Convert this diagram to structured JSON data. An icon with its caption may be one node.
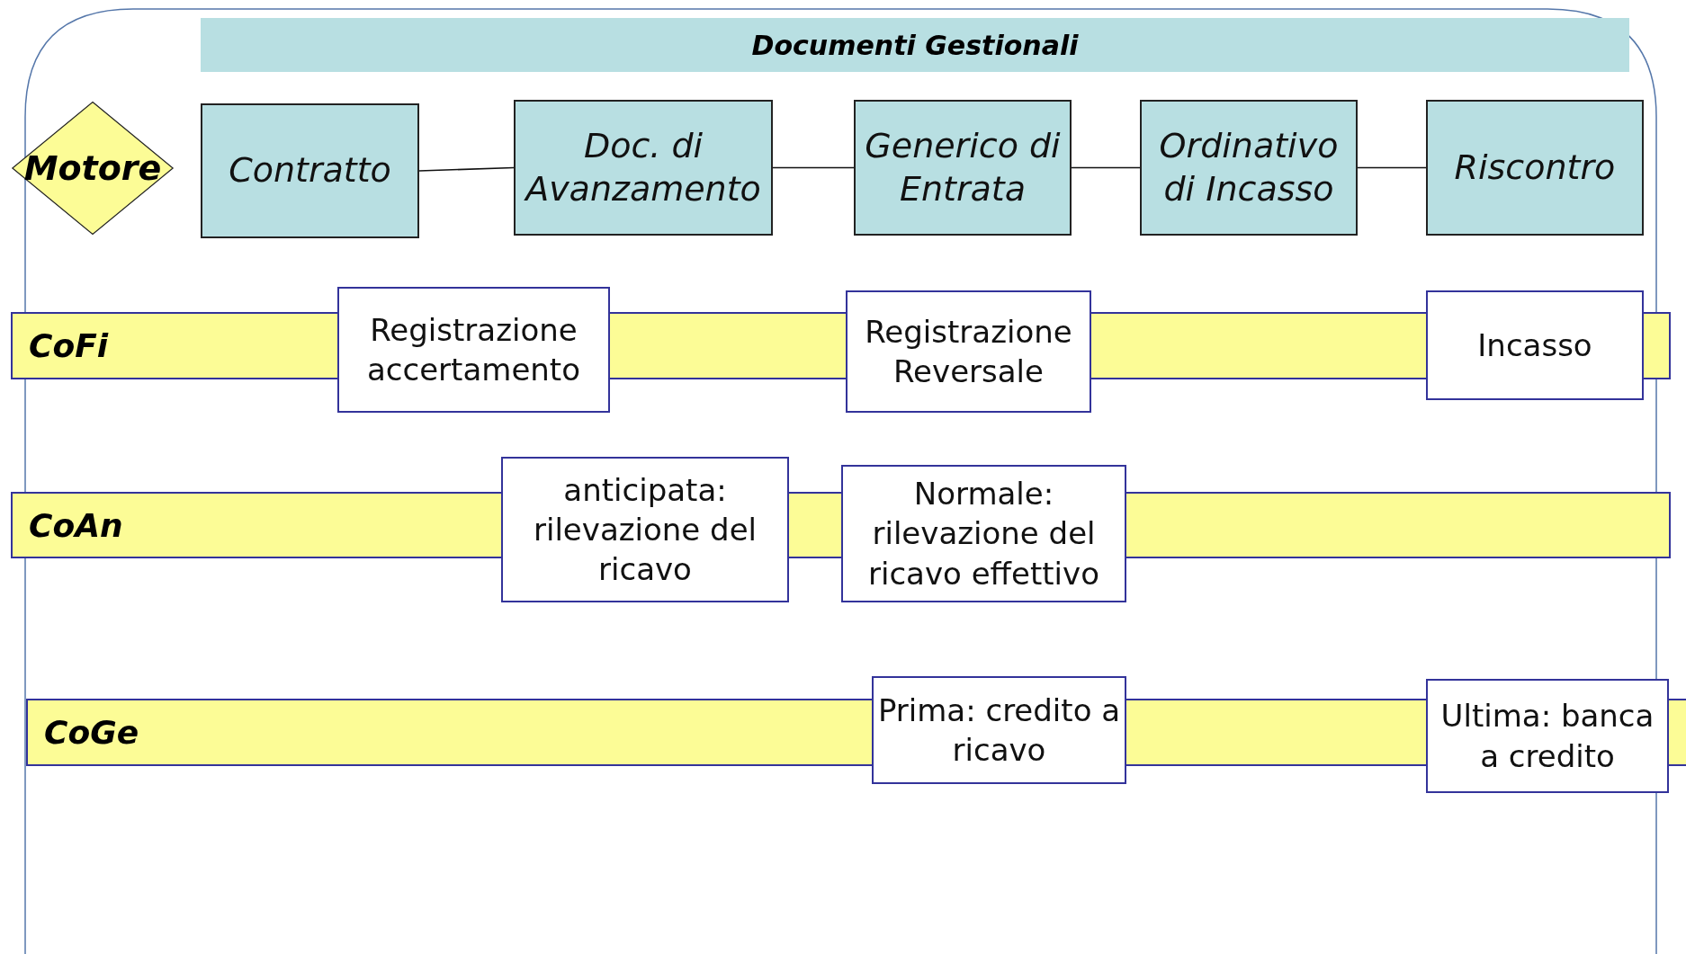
{
  "diagram": {
    "nodes": [
      {
        "text": [
          "Documenti Gestionali"
        ]
      },
      {
        "text": [
          "Motore"
        ]
      },
      {
        "text": [
          "Contratto"
        ]
      },
      {
        "text": [
          "Doc. di Avanzamento"
        ]
      },
      {
        "text": [
          "Generico di Entrata"
        ]
      },
      {
        "text": [
          "Ordinativo di Incasso"
        ]
      },
      {
        "text": [
          "Riscontro"
        ]
      },
      {
        "text": [
          "CoFi"
        ]
      },
      {
        "text": [
          "Registrazione accertamento"
        ]
      },
      {
        "text": [
          "Registrazione Reversale"
        ]
      },
      {
        "text": [
          "Incasso"
        ]
      },
      {
        "text": [
          "CoAn"
        ]
      },
      {
        "text": [
          "anticipata: rilevazione del ricavo"
        ]
      },
      {
        "text": [
          "Normale: rilevazione del ricavo effettivo"
        ]
      },
      {
        "text": [
          "CoGe"
        ]
      },
      {
        "text": [
          "Prima: credito a ricavo"
        ]
      },
      {
        "text": [
          "Ultima: banca a credito"
        ]
      }
    ],
    "edges": [
      {
        "from": 2,
        "to": 3,
        "arrow": "none"
      },
      {
        "from": 3,
        "to": 4,
        "arrow": "none"
      },
      {
        "from": 4,
        "to": 5,
        "arrow": "none"
      },
      {
        "from": 5,
        "to": 6,
        "arrow": "none"
      }
    ]
  }
}
